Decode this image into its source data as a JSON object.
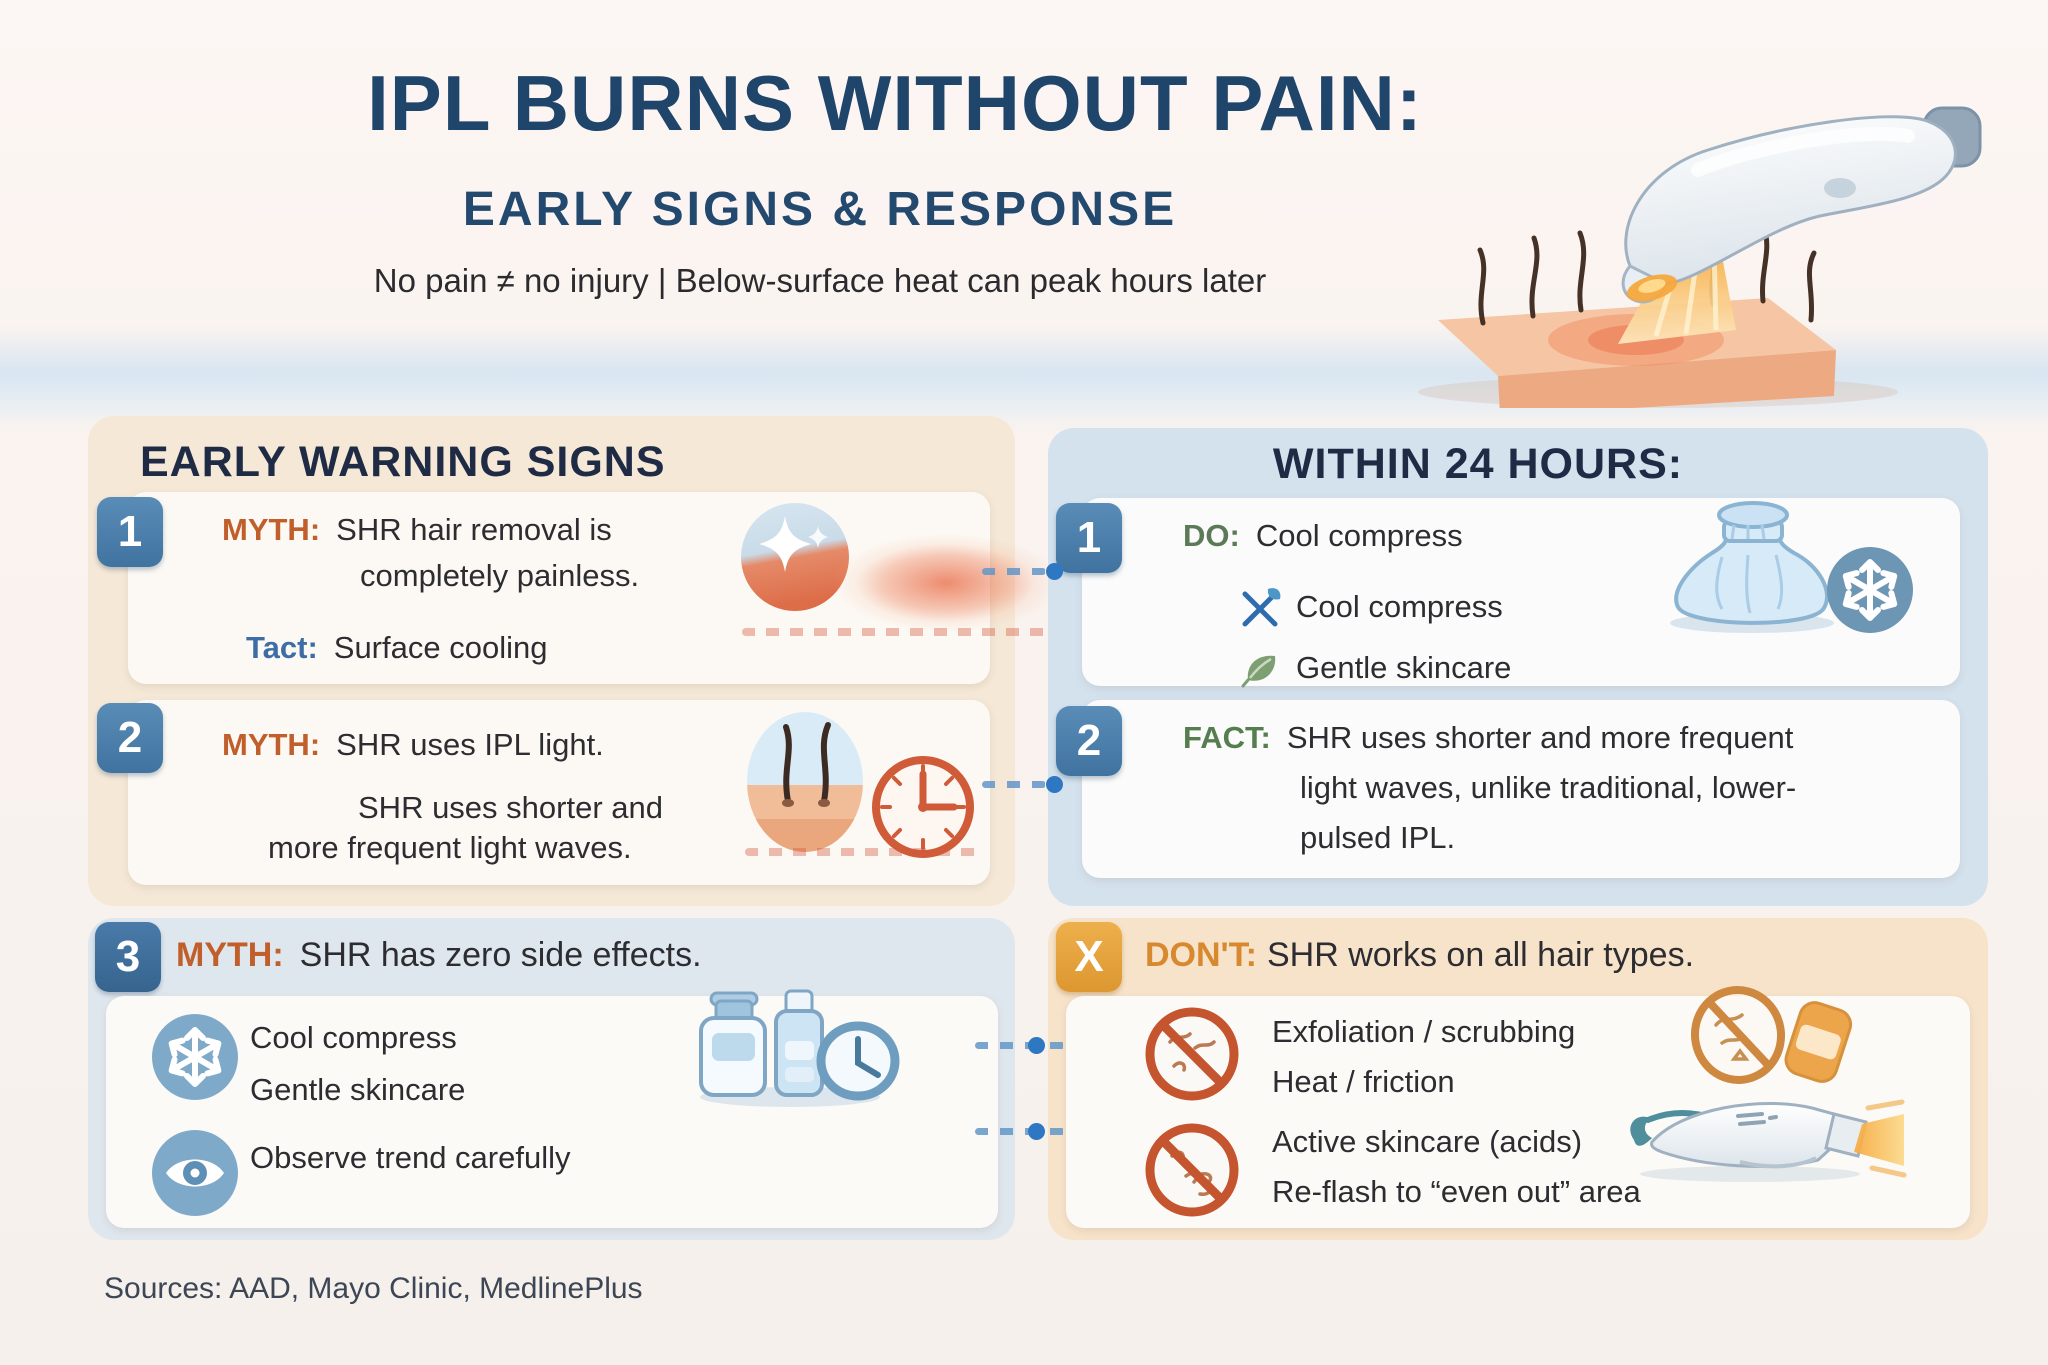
{
  "page": {
    "title": "IPL BURNS WITHOUT PAIN:",
    "subtitle": "EARLY SIGNS & RESPONSE",
    "tagline": "No pain ≠ no injury | Below-surface heat can peak hours later",
    "sources": "Sources: AAD, Mayo Clinic, MedlinePlus"
  },
  "left_panel": {
    "heading": "EARLY WARNING SIGNS",
    "item1": {
      "number": "1",
      "label": "MYTH:",
      "text_line1": "SHR hair removal is",
      "text_line2": "completely painless.",
      "fact_label": "Tact:",
      "fact_text": "Surface cooling"
    },
    "item2": {
      "number": "2",
      "label": "MYTH:",
      "text": "SHR uses IPL light.",
      "body_line1": "SHR uses shorter and",
      "body_line2": "more frequent light waves."
    }
  },
  "right_panel": {
    "heading": "WITHIN 24 HOURS:",
    "item1": {
      "number": "1",
      "label": "DO:",
      "text": "Cool compress",
      "sub1": "Cool compress",
      "sub2": "Gentle skincare"
    },
    "item2": {
      "number": "2",
      "label": "FACT:",
      "line1": "SHR uses shorter and more frequent",
      "line2": "light waves, unlike traditional, lower-",
      "line3": "pulsed IPL."
    }
  },
  "bottom_left_panel": {
    "number": "3",
    "label": "MYTH:",
    "heading": "SHR has zero side effects.",
    "bullet1": "Cool compress",
    "bullet2": "Gentle skincare",
    "bullet3": "Observe trend carefully"
  },
  "bottom_right_panel": {
    "badge": "X",
    "label": "DON'T:",
    "heading": "SHR works on all hair types.",
    "bullet1": "Exfoliation / scrubbing",
    "bullet2": "Heat / friction",
    "bullet3": "Active skincare (acids)",
    "bullet4": "Re-flash to “even out” area"
  },
  "icons": {
    "header": "ipl-device-on-skin-illustration",
    "left_item1": [
      "sparkle-skin-circle-icon",
      "red-irritation-patch"
    ],
    "left_item2": [
      "hair-follicle-icon",
      "clock-icon"
    ],
    "bottom_left": [
      "snowflake-circle-icon",
      "eye-circle-icon",
      "skincare-bottles-clock-illustration"
    ],
    "right_item1": [
      "crossed-sticks-leaf-icon",
      "leaf-icon",
      "ice-bag-illustration",
      "snowflake-badge-icon"
    ],
    "bottom_right": [
      "no-exfoliation-icon",
      "no-acids-icon",
      "no-sponge-soap-illustration",
      "ipl-device-flash-illustration"
    ]
  },
  "colors": {
    "navy": "#20456a",
    "myth_orange": "#c05f2b",
    "tact_blue": "#3e6da6",
    "do_green": "#5c7a58",
    "dont_orange": "#d8892f",
    "badge_blue": "#4a7da9",
    "badge_orange": "#e6a33e",
    "connector_blue": "#2e77c2",
    "panel_cream": "#f5e8d7",
    "panel_blue": "#d4e2ee",
    "panel_gray": "#dfe7ee",
    "panel_peach": "#f6e3ca"
  }
}
